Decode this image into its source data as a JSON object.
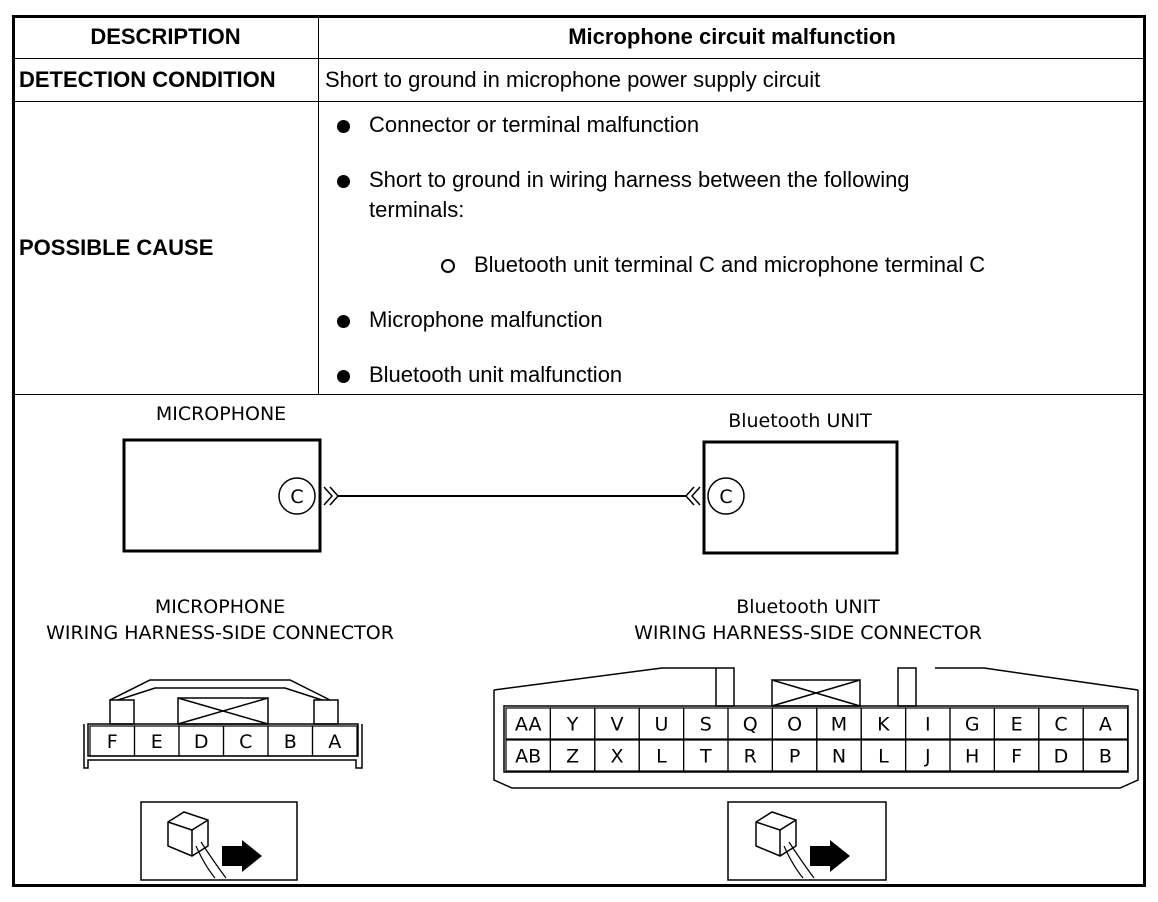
{
  "table": {
    "description_label": "DESCRIPTION",
    "description_value": "Microphone circuit malfunction",
    "detection_label": "DETECTION CONDITION",
    "detection_value": "Short to ground in microphone power supply circuit",
    "cause_label": "POSSIBLE CAUSE",
    "causes": [
      "Connector or terminal malfunction",
      "Short to ground in wiring harness between the following",
      "terminals:",
      "Bluetooth unit terminal C and microphone terminal C",
      "Microphone malfunction",
      "Bluetooth unit malfunction"
    ]
  },
  "diagram": {
    "microphone_title": "MICROPHONE",
    "bluetooth_title": "Bluetooth UNIT",
    "mic_terminal": "C",
    "bt_terminal": "C",
    "mic_connector_title_1": "MICROPHONE",
    "mic_connector_title_2": "WIRING HARNESS-SIDE CONNECTOR",
    "bt_connector_title_1": "Bluetooth UNIT",
    "bt_connector_title_2": "WIRING HARNESS-SIDE CONNECTOR",
    "mic_pins": [
      "F",
      "E",
      "D",
      "C",
      "B",
      "A"
    ],
    "bt_pins_top": [
      "AA",
      "Y",
      "V",
      "U",
      "S",
      "Q",
      "O",
      "M",
      "K",
      "I",
      "G",
      "E",
      "C",
      "A"
    ],
    "bt_pins_bottom": [
      "AB",
      "Z",
      "X",
      "L",
      "T",
      "R",
      "P",
      "N",
      "L",
      "J",
      "H",
      "F",
      "D",
      "B"
    ]
  }
}
